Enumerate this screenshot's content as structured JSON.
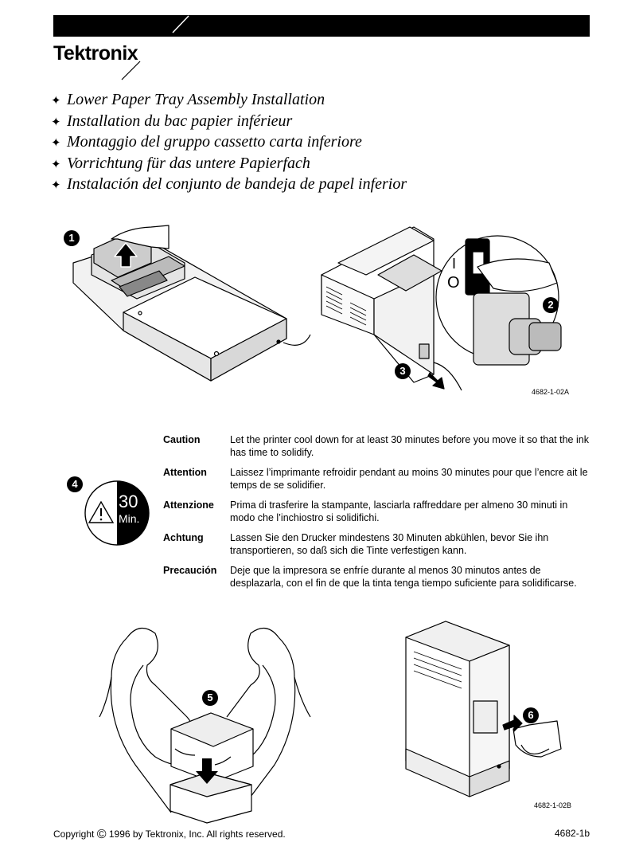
{
  "header": {
    "brand": "Tektronix"
  },
  "titles": [
    "Lower Paper Tray Assembly Installation",
    "Installation du bac papier inférieur",
    "Montaggio del gruppo cassetto carta inferiore",
    "Vorrichtung für das untere Papierfach",
    "Instalación del conjunto de bandeja de papel inferior"
  ],
  "title_bullet": "✦",
  "figure_a": {
    "part_number": "4682-1-02A",
    "steps": [
      "1",
      "2",
      "3"
    ],
    "switch_on": "I",
    "switch_off": "O"
  },
  "step4": {
    "step": "4",
    "timer_value": "30",
    "timer_unit": "Min."
  },
  "warnings": [
    {
      "label": "Caution",
      "text": "Let the printer cool down for at least 30 minutes before you move it so that the ink has time to solidify."
    },
    {
      "label": "Attention",
      "text": "Laissez l’imprimante refroidir pendant au moins 30 minutes pour que l’encre ait le temps de se solidifier."
    },
    {
      "label": "Attenzione",
      "text": "Prima di trasferire la stampante, lasciarla raffreddare per almeno 30 minuti in modo che l’inchiostro si solidifichi."
    },
    {
      "label": "Achtung",
      "text": "Lassen Sie den Drucker mindestens 30 Minuten abkühlen, bevor Sie ihn transportieren, so daß sich die Tinte verfestigen kann."
    },
    {
      "label": "Precaución",
      "text": "Deje que la impresora se enfríe durante al menos 30 minutos antes de desplazarla, con el fin de que la tinta tenga tiempo suficiente para solidificarse."
    }
  ],
  "figure_b": {
    "part_number": "4682-1-02B",
    "steps": [
      "5",
      "6"
    ]
  },
  "footer": {
    "copyright_symbol": "©",
    "copyright_text": "1996 by Tektronix, Inc.  All rights reserved.",
    "copyright_prefix": "Copyright",
    "doc_number": "4682-1b"
  }
}
